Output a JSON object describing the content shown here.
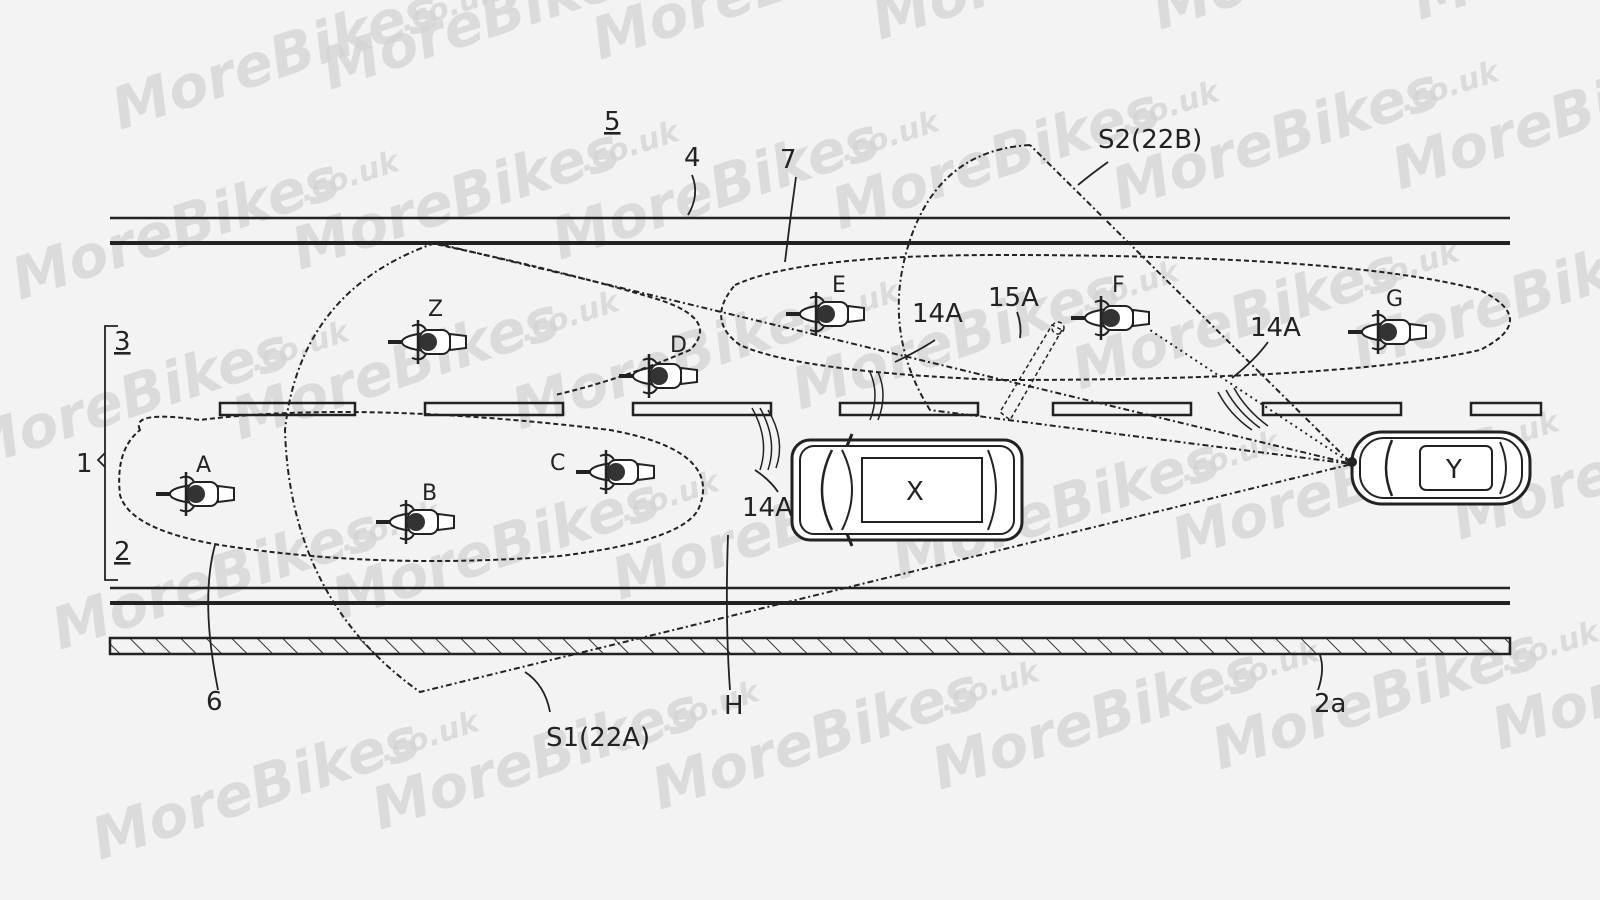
{
  "watermark": {
    "brand": "MoreBikes",
    "suffix": ".co.uk"
  },
  "labels": {
    "road": "1",
    "lane_left": "2",
    "lane_right": "3",
    "median": "4",
    "opposite": "5",
    "group_near": "6",
    "group_far": "7",
    "sensor_1": "S1(22A)",
    "sensor_2": "S2(22B)",
    "detect_h": "H",
    "edge_2a": "2a",
    "wave_14a_1": "14A",
    "wave_14a_2": "14A",
    "wave_14a_3": "14A",
    "beam_15a": "15A"
  },
  "vehicles": {
    "bike_a": "A",
    "bike_b": "B",
    "bike_c": "C",
    "bike_d": "D",
    "bike_e": "E",
    "bike_f": "F",
    "bike_g": "G",
    "bike_z": "Z",
    "car_x": "X",
    "car_y": "Y"
  }
}
